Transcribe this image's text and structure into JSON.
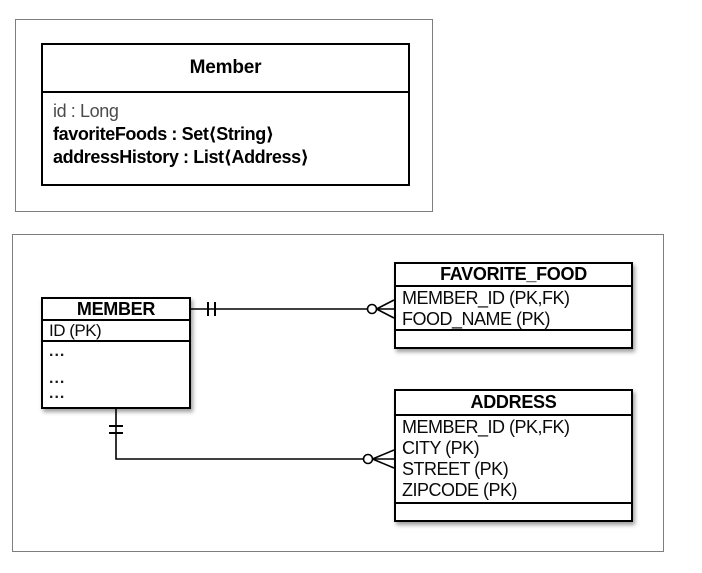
{
  "diagram": {
    "uml_class": {
      "name": "Member",
      "attributes": [
        {
          "label": "id : Long",
          "muted": true
        },
        {
          "label": "favoriteFoods : Set⟨String⟩",
          "muted": false
        },
        {
          "label": "addressHistory : List⟨Address⟩",
          "muted": false
        }
      ]
    },
    "erd": {
      "member": {
        "title": "MEMBER",
        "key_row": "ID (PK)",
        "ellipsis_rows": [
          "...",
          "...",
          "..."
        ]
      },
      "favorite_food": {
        "title": "FAVORITE_FOOD",
        "rows": [
          "MEMBER_ID (PK,FK)",
          "FOOD_NAME (PK)"
        ]
      },
      "address": {
        "title": "ADDRESS",
        "rows": [
          "MEMBER_ID (PK,FK)",
          "CITY (PK)",
          "STREET (PK)",
          "ZIPCODE (PK)"
        ]
      },
      "relationships": [
        {
          "from": "MEMBER",
          "to": "FAVORITE_FOOD",
          "from_cardinality": "exactly-one",
          "to_cardinality": "zero-or-many"
        },
        {
          "from": "MEMBER",
          "to": "ADDRESS",
          "from_cardinality": "exactly-one",
          "to_cardinality": "zero-or-many"
        }
      ]
    },
    "colors": {
      "line": "#000000",
      "frame_border": "#7e7e7e",
      "muted_text": "#4b4b4b",
      "background": "#ffffff"
    }
  }
}
